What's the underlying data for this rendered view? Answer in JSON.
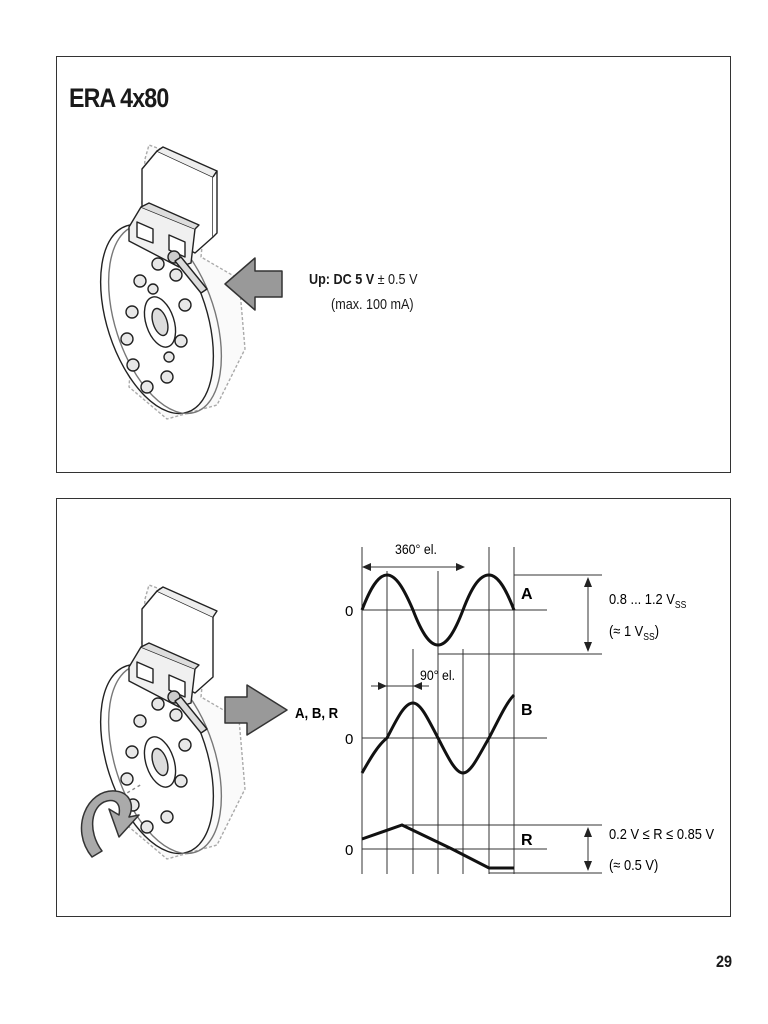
{
  "top_panel": {
    "title": "ERA 4x80",
    "supply_label": "Up:",
    "supply_value": "DC 5 V",
    "supply_tolerance": "± 0.5 V",
    "supply_current": "(max. 100 mA)"
  },
  "bottom_panel": {
    "output_label": "A, B, R",
    "period_label": "360° el.",
    "phase_label": "90° el.",
    "zero_a": "0",
    "zero_b": "0",
    "zero_r": "0",
    "signal_a": "A",
    "signal_b": "B",
    "signal_r": "R",
    "ab_amplitude_prefix": "0.8 ... 1.2 V",
    "ab_amplitude_sub": "SS",
    "ab_nominal_prefix": "(≈ 1 V",
    "ab_nominal_sub": "SS",
    "ab_nominal_suffix": ")",
    "r_range": "0.2 V ≤ R ≤ 0.85 V",
    "r_nominal": "(≈ 0.5 V)"
  },
  "page_number": "29"
}
